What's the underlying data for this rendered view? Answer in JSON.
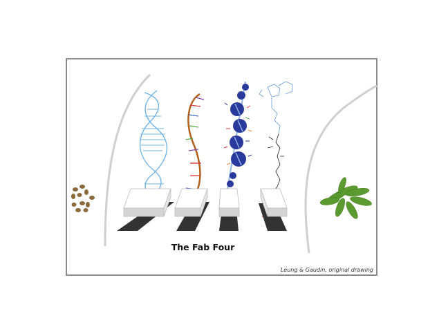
{
  "figure": {
    "title": "The Fab Four",
    "credit": "Leung & Gaudin, original drawing",
    "colors": {
      "frame": "#8a8a8a",
      "dna": "#6fb3e6",
      "rna_backbone": "#b0601c",
      "protein": "#2a3a9c",
      "molecule_blue": "#6a9bd8",
      "molecule_black": "#222222",
      "molecule_red": "#cc3333",
      "shadow": "#333333",
      "bench_front": "#d4d4d4",
      "seed": "#8a6a3a",
      "plant": "#5b9a2e"
    },
    "elements": [
      {
        "name": "seeds",
        "label": "seeds"
      },
      {
        "name": "dna",
        "label": "DNA double helix"
      },
      {
        "name": "rna",
        "label": "RNA strand"
      },
      {
        "name": "protein",
        "label": "protein chain"
      },
      {
        "name": "metabolite",
        "label": "acyl-CoA molecule"
      },
      {
        "name": "plant",
        "label": "plant rosette"
      }
    ]
  }
}
